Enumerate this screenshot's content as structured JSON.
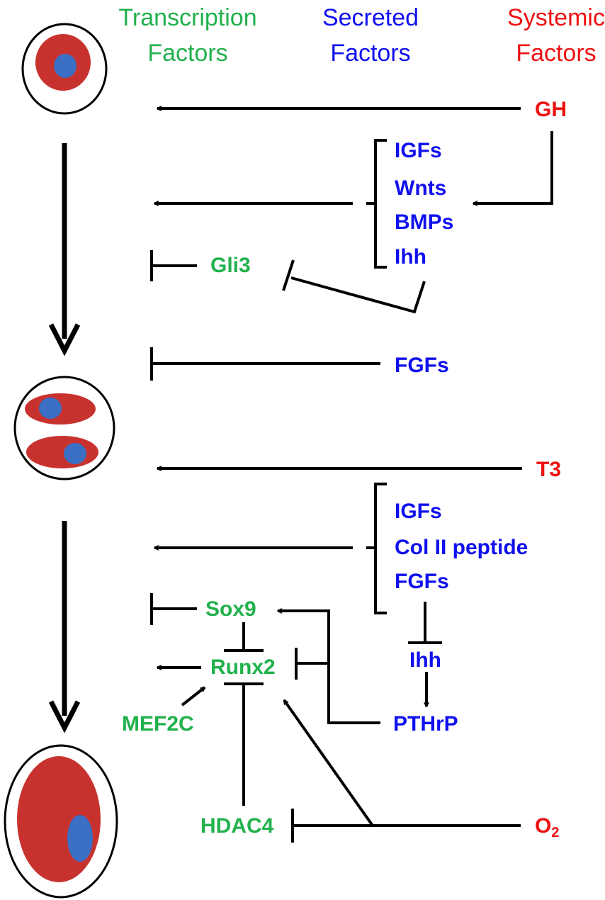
{
  "colors": {
    "transcription": "#22b14c",
    "secreted": "#1010ee",
    "systemic": "#ee1111",
    "cell_body": "#c8322e",
    "nucleus": "#3a6fc4"
  },
  "headers": {
    "transcription_line1": "Transcription",
    "transcription_line2": "Factors",
    "secreted_line1": "Secreted",
    "secreted_line2": "Factors",
    "systemic_line1": "Systemic",
    "systemic_line2": "Factors"
  },
  "systemic": {
    "gh": "GH",
    "t3": "T3",
    "o2_base": "O",
    "o2_sub": "2"
  },
  "secreted": {
    "group1": [
      "IGFs",
      "Wnts",
      "BMPs",
      "Ihh"
    ],
    "fgfs": "FGFs",
    "group2": [
      "IGFs",
      "Col II peptide",
      "FGFs"
    ],
    "ihh": "Ihh",
    "pthrp": "PTHrP"
  },
  "transcription": {
    "gli3": "Gli3",
    "sox9": "Sox9",
    "runx2": "Runx2",
    "mef2c": "MEF2C",
    "hdac4": "HDAC4"
  }
}
